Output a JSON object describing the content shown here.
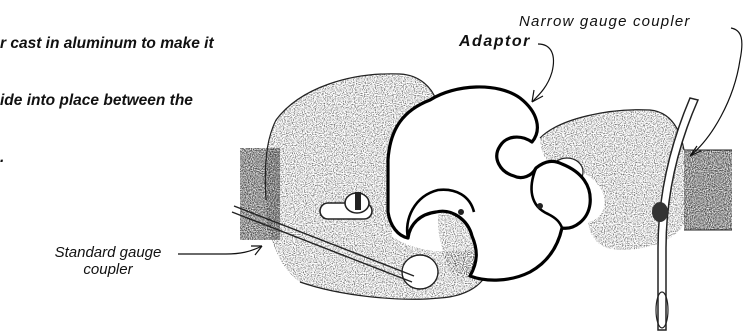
{
  "caption": {
    "line1": "r cast in aluminum to make it",
    "line2": "ide into place between the",
    "line3": "."
  },
  "labels": {
    "narrow_gauge_coupler": "Narrow gauge coupler",
    "adaptor": "Adaptor",
    "standard_gauge_coupler_line1": "Standard gauge",
    "standard_gauge_coupler_line2": "coupler"
  }
}
